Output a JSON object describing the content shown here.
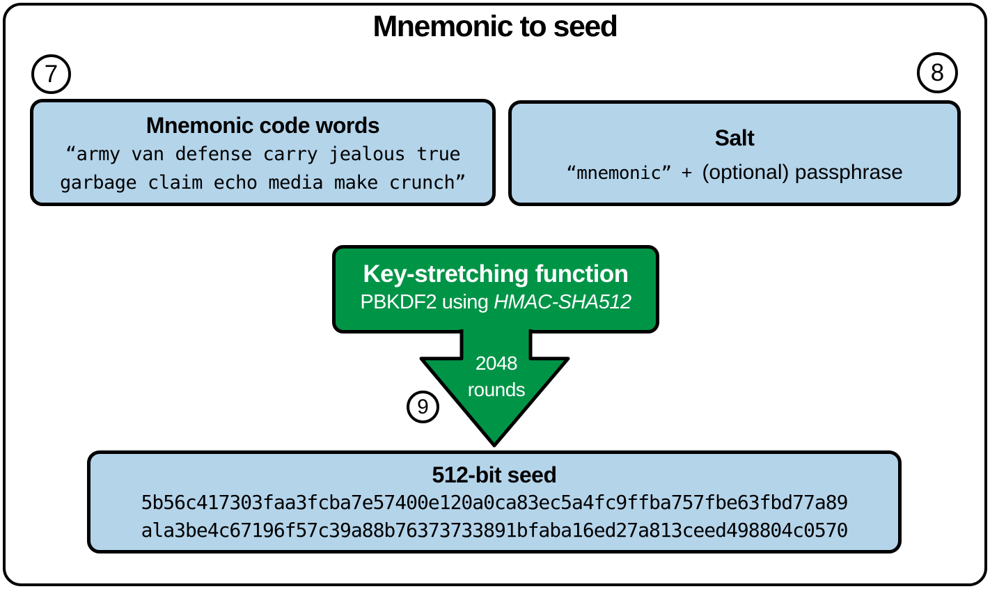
{
  "title": "Mnemonic to seed",
  "badges": {
    "mnemonic": "7",
    "salt": "8",
    "rounds": "9"
  },
  "mnemonic_box": {
    "heading": "Mnemonic code words",
    "line1": "“army van defense carry jealous true",
    "line2": "garbage claim echo media make crunch”"
  },
  "salt_box": {
    "heading": "Salt",
    "mono_part": "“mnemonic”",
    "plus": "+",
    "rest": "(optional) passphrase"
  },
  "function_box": {
    "heading": "Key-stretching function",
    "sub_prefix": "PBKDF2 using ",
    "sub_italic": "HMAC-SHA512"
  },
  "arrow": {
    "line1": "2048",
    "line2": "rounds"
  },
  "seed_box": {
    "heading": "512-bit seed",
    "hex_line1": "5b56c417303faa3fcba7e57400e120a0ca83ec5a4fc9ffba757fbe63fbd77a89",
    "hex_line2": "ala3be4c67196f57c39a88b76373733891bfaba16ed27a813ceed498804c0570"
  },
  "colors": {
    "box_fill": "#b4d4ea",
    "green_fill": "#009447",
    "outline": "#000000",
    "background": "#ffffff"
  }
}
